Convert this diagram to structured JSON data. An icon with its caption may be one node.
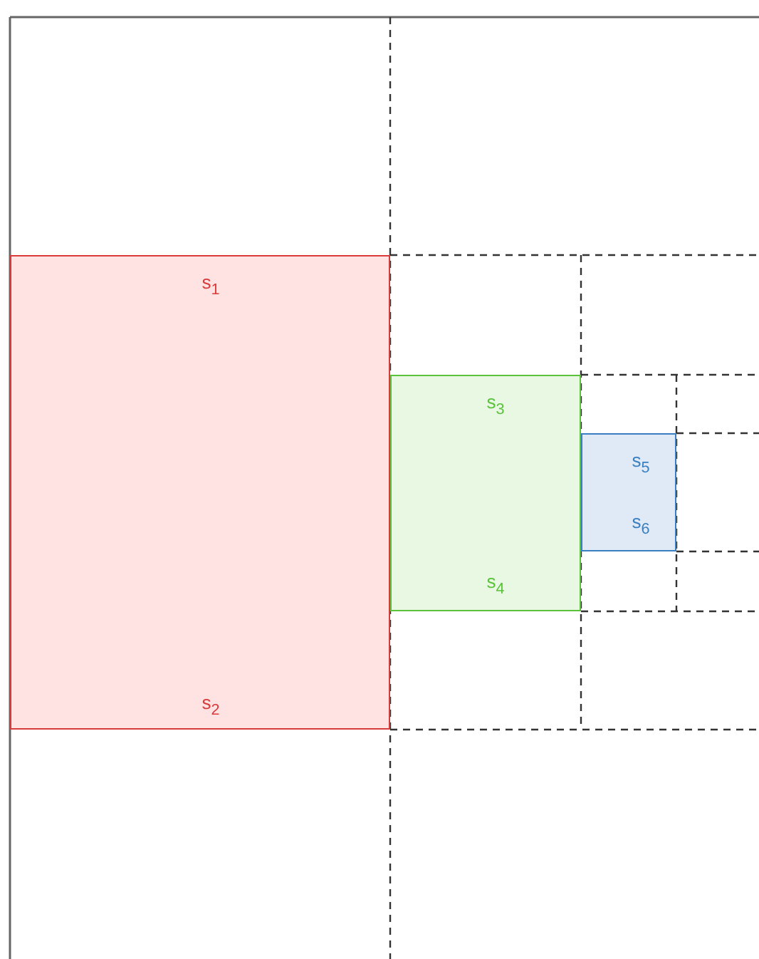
{
  "diagram": {
    "nodes": [
      {
        "text": [
          "s$_{1}$",
          "s$_{2}$"
        ]
      },
      {
        "text": [
          "s$_{3}$",
          "s$_{4}$"
        ]
      },
      {
        "text": [
          "s$_{5}$",
          "s$_{6}$"
        ]
      }
    ]
  }
}
